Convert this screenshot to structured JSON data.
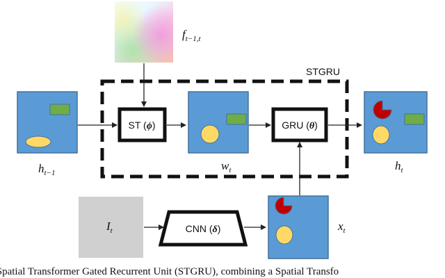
{
  "diagram": {
    "module_label": "STGRU",
    "flow_label": "f",
    "flow_label_sub": "t−1,t",
    "h_prev_label": "h",
    "h_prev_sub": "t−1",
    "w_label": "w",
    "w_sub": "t",
    "h_out_label": "h",
    "h_out_sub": "t",
    "x_label": "x",
    "x_sub": "t",
    "I_label": "I",
    "I_sub": "t",
    "st_text": "ST (",
    "st_param": "ϕ",
    "st_close": ")",
    "gru_text": "GRU (",
    "gru_param": "θ",
    "gru_close": ")",
    "cnn_text": "CNN (",
    "cnn_param": "δ",
    "cnn_close": ")"
  },
  "caption": {
    "text": "r Spatial Transformer Gated Recurrent Unit (STGRU), combining a Spatial Transfo"
  },
  "colors": {
    "tile_blue": "#5b9bd5",
    "tile_border": "#41719c",
    "green_rect": "#70ad47",
    "yellow_ellipse": "#ffd966",
    "red_shape": "#c00000",
    "gray_input": "#d0d0d0"
  }
}
